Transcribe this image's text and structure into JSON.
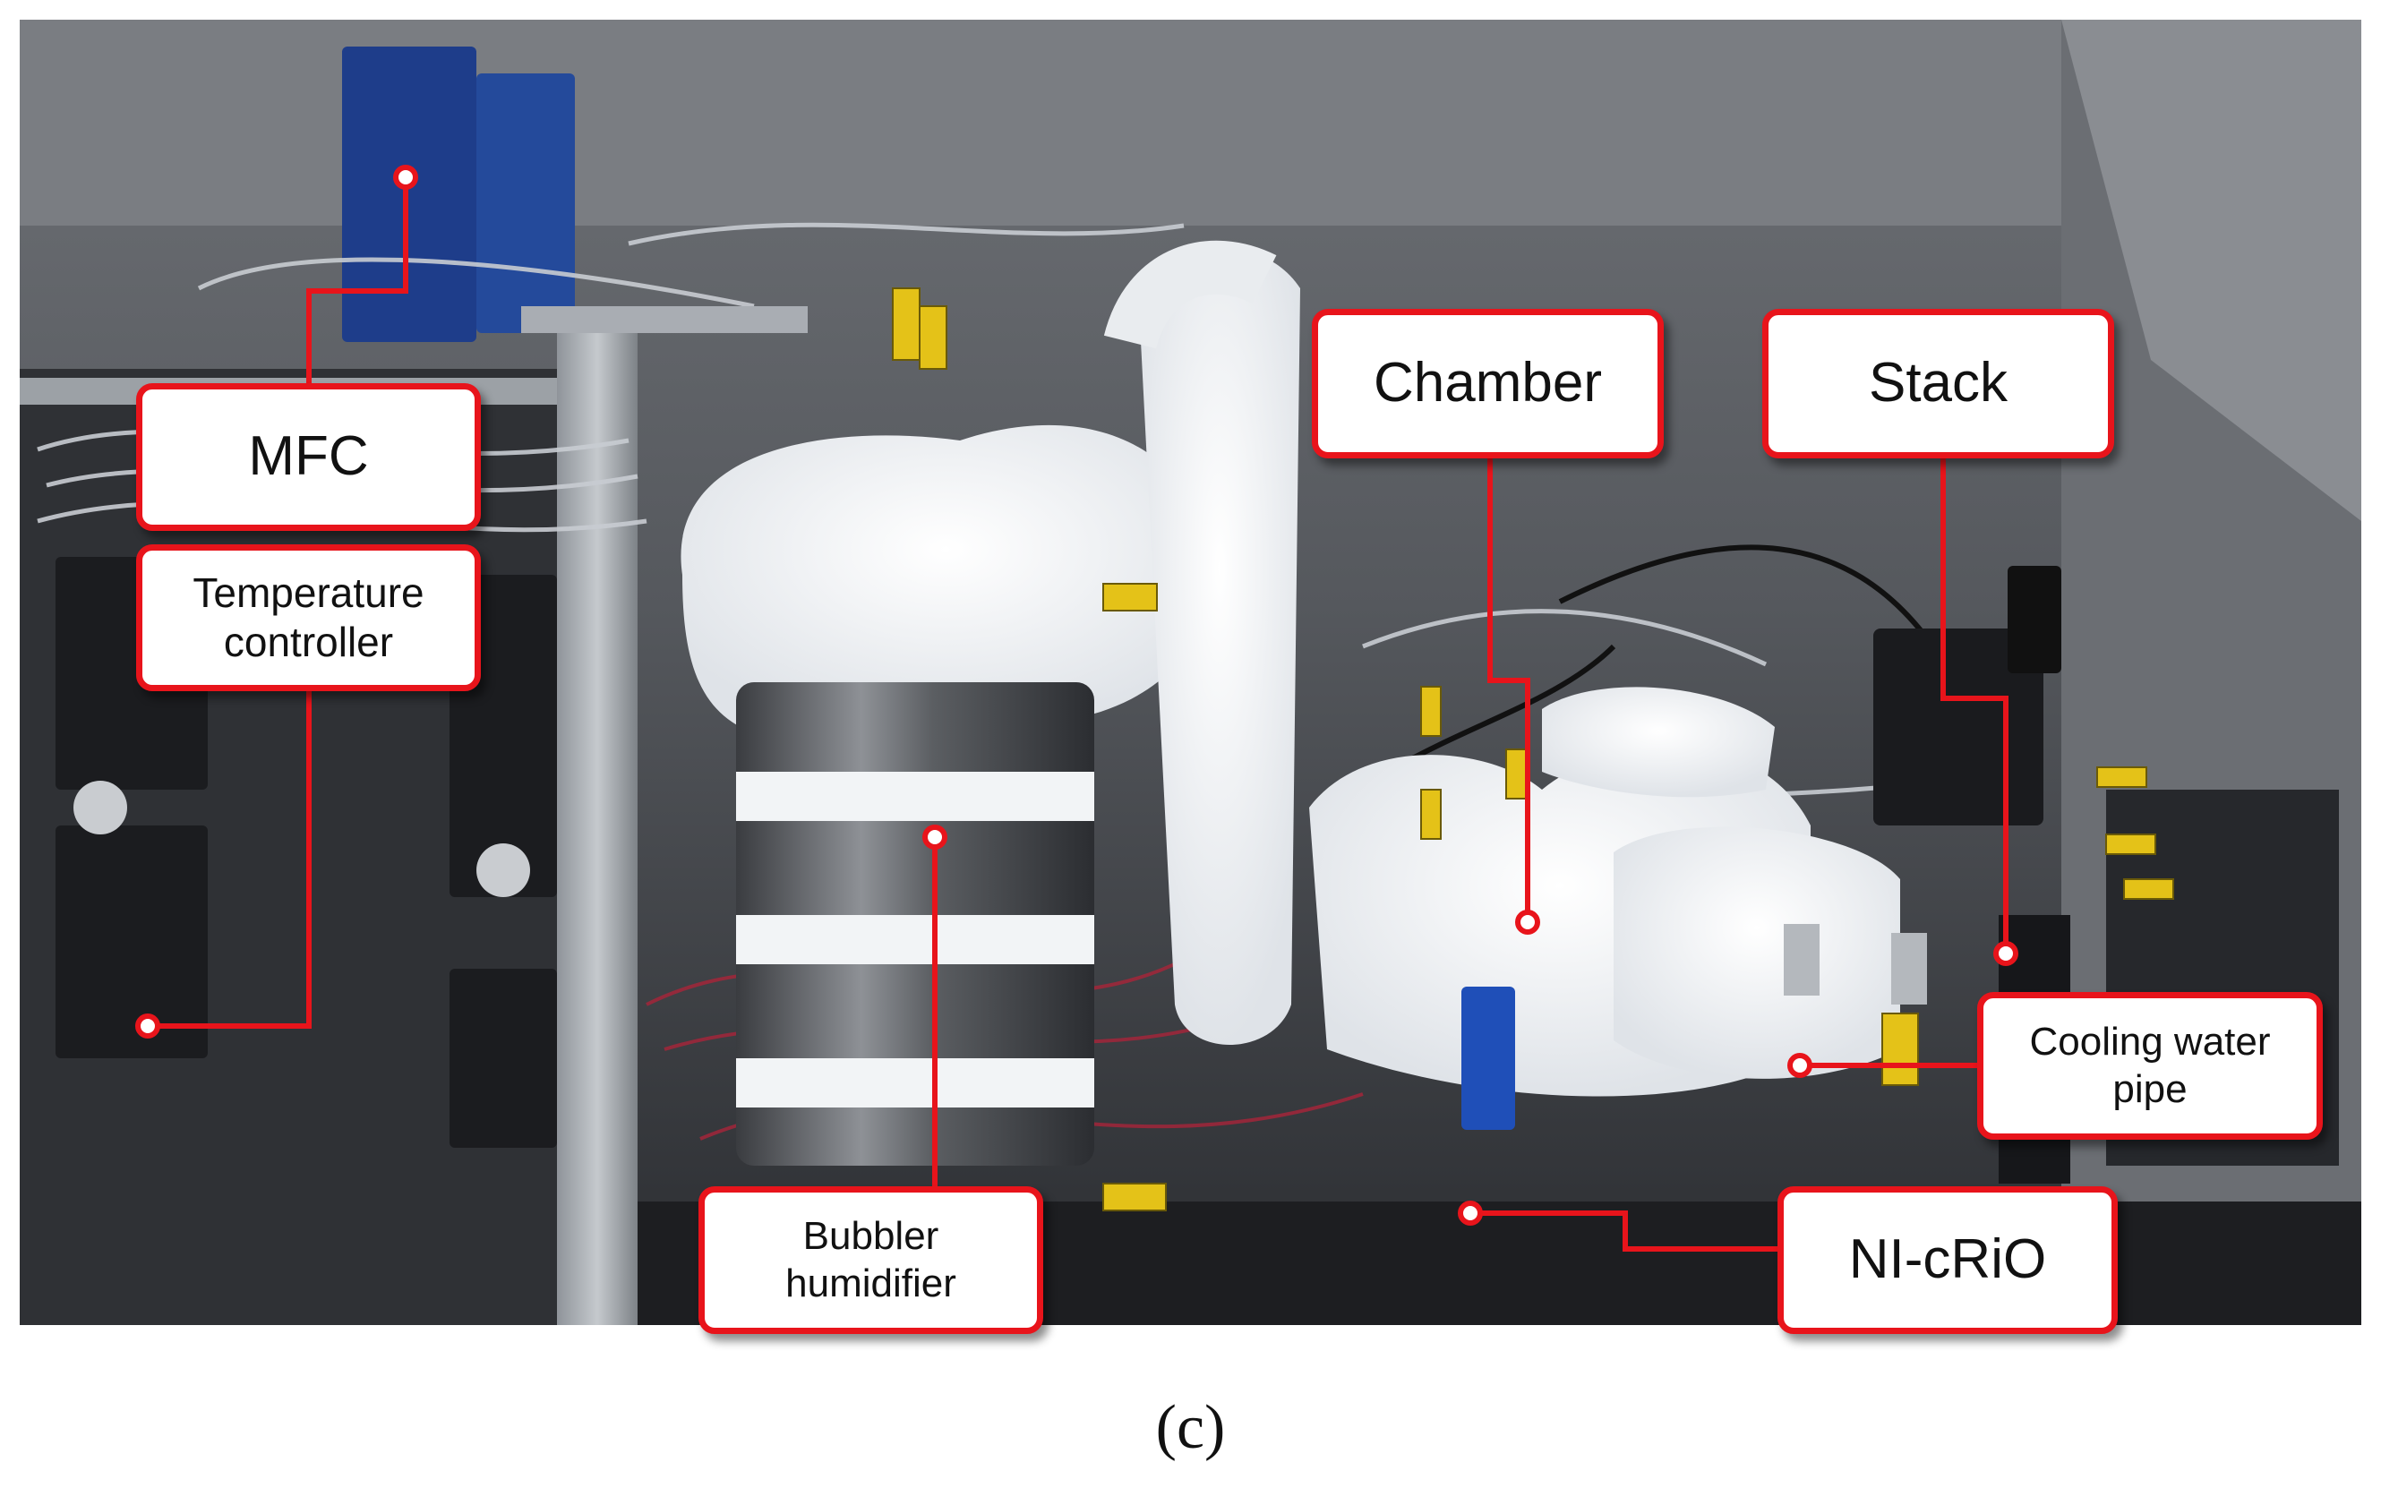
{
  "figure": {
    "caption": "(c)",
    "photo_subject": "fuel-cell-test-station",
    "accent_color": "#e8141b",
    "labels": {
      "mfc": "MFC",
      "temperature_controller_line1": "Temperature",
      "temperature_controller_line2": "controller",
      "chamber": "Chamber",
      "stack": "Stack",
      "bubbler_line1": "Bubbler",
      "bubbler_line2": "humidifier",
      "cooling_line1": "Cooling water",
      "cooling_line2": "pipe",
      "ni_crio": "NI-cRiO"
    }
  }
}
